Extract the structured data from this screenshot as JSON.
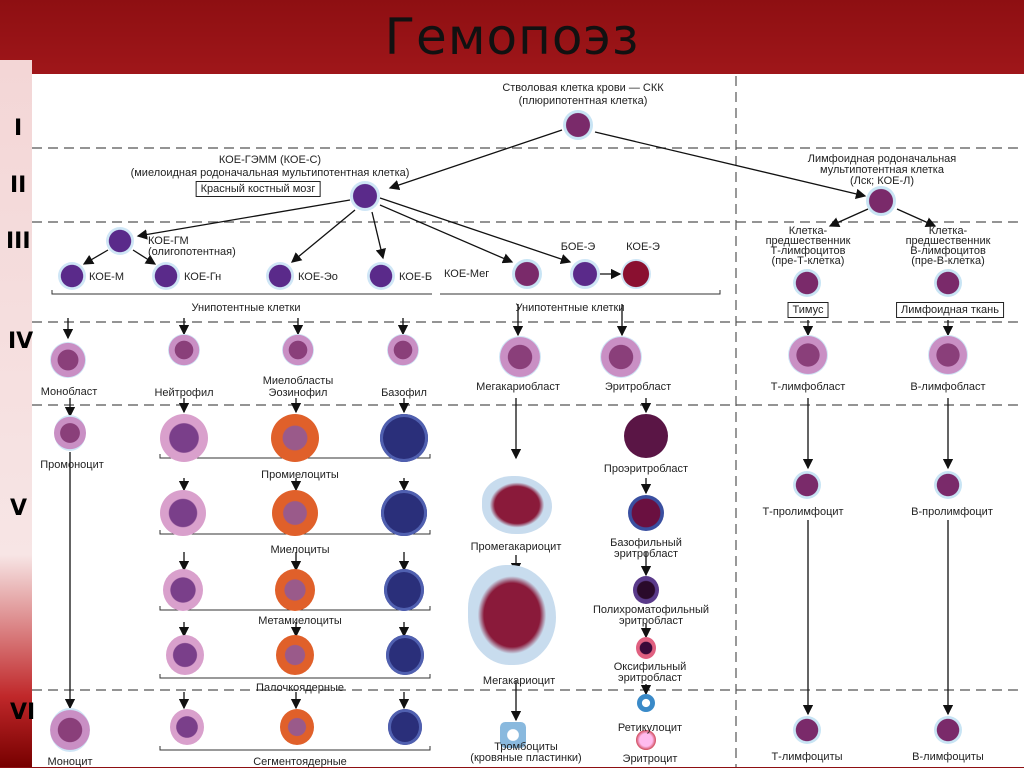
{
  "title": "Гемопоэз",
  "levels": [
    "I",
    "II",
    "III",
    "IV",
    "V",
    "VI"
  ],
  "top": {
    "sck": "Стволовая клетка крови — СКК",
    "sck_sub": "(плюрипотентная клетка)",
    "koe_gemm": "КОЕ-ГЭММ (КОЕ-С)",
    "koe_gemm_sub": "(миелоидная родоначальная мультипотентная клетка)",
    "bone_marrow": "Красный костный мозг",
    "koe_gm": "КОЕ-ГМ",
    "koe_gm_sub": "(олигопотентная)",
    "koe_m": "КОЕ-М",
    "koe_gn": "КОЕ-Гн",
    "koe_eo": "КОЕ-Эо",
    "koe_b": "КОЕ-Б",
    "koe_meg": "КОЕ-Мег",
    "boe_e": "БОЕ-Э",
    "koe_e": "КОЕ-Э",
    "unipotent_left": "Унипотентные клетки",
    "unipotent_right": "Унипотентные клетки",
    "lymph": "Лимфоидная родоначальная",
    "lymph2": "мультипотентная клетка",
    "lymph3": "(Лск; КОЕ-Л)",
    "preT": [
      "Клетка-",
      "предшественник",
      "Т-лимфоцитов",
      "(пре-Т-клетка)"
    ],
    "preB": [
      "Клетка-",
      "предшественник",
      "В-лимфоцитов",
      "(пре-В-клетка)"
    ],
    "thymus": "Тимус",
    "lymph_tissue": "Лимфоидная ткань"
  },
  "cells": {
    "monoblast": "Монобласт",
    "myeloblasts": "Миелобласты",
    "neutrophil": "Нейтрофил",
    "eosinophil": "Эозинофил",
    "basophil": "Базофил",
    "megakaryoblast": "Мегакариобласт",
    "erythroblast": "Эритробласт",
    "t_lymphoblast": "Т-лимфобласт",
    "b_lymphoblast": "В-лимфобласт",
    "promonocyte": "Промоноцит",
    "promyelocytes": "Промиелоциты",
    "myelocytes": "Миелоциты",
    "metamyelocytes": "Метамиелоциты",
    "band": "Палочкоядерные",
    "segmented": "Сегментоядерные",
    "proerythroblast": "Проэритробласт",
    "basophilic_erythroblast": [
      "Базофильный",
      "эритробласт"
    ],
    "polychromatophilic": [
      "Полихроматофильный",
      "эритробласт"
    ],
    "oxyphilic": [
      "Оксифильный",
      "эритробласт"
    ],
    "reticulocyte": "Ретикулоцит",
    "erythrocyte": "Эритроцит",
    "promegakaryocyte": "Промегакариоцит",
    "megakaryocyte": "Мегакариоцит",
    "platelets": "Тромбоциты",
    "platelets_sub": "(кровяные пластинки)",
    "t_prolymphocyte": "Т-пролимфоцит",
    "b_prolymphocyte": "В-пролимфоцит",
    "monocyte": "Моноцит",
    "t_lymphocytes": "Т-лимфоциты",
    "b_lymphocytes": "В-лимфоциты"
  }
}
